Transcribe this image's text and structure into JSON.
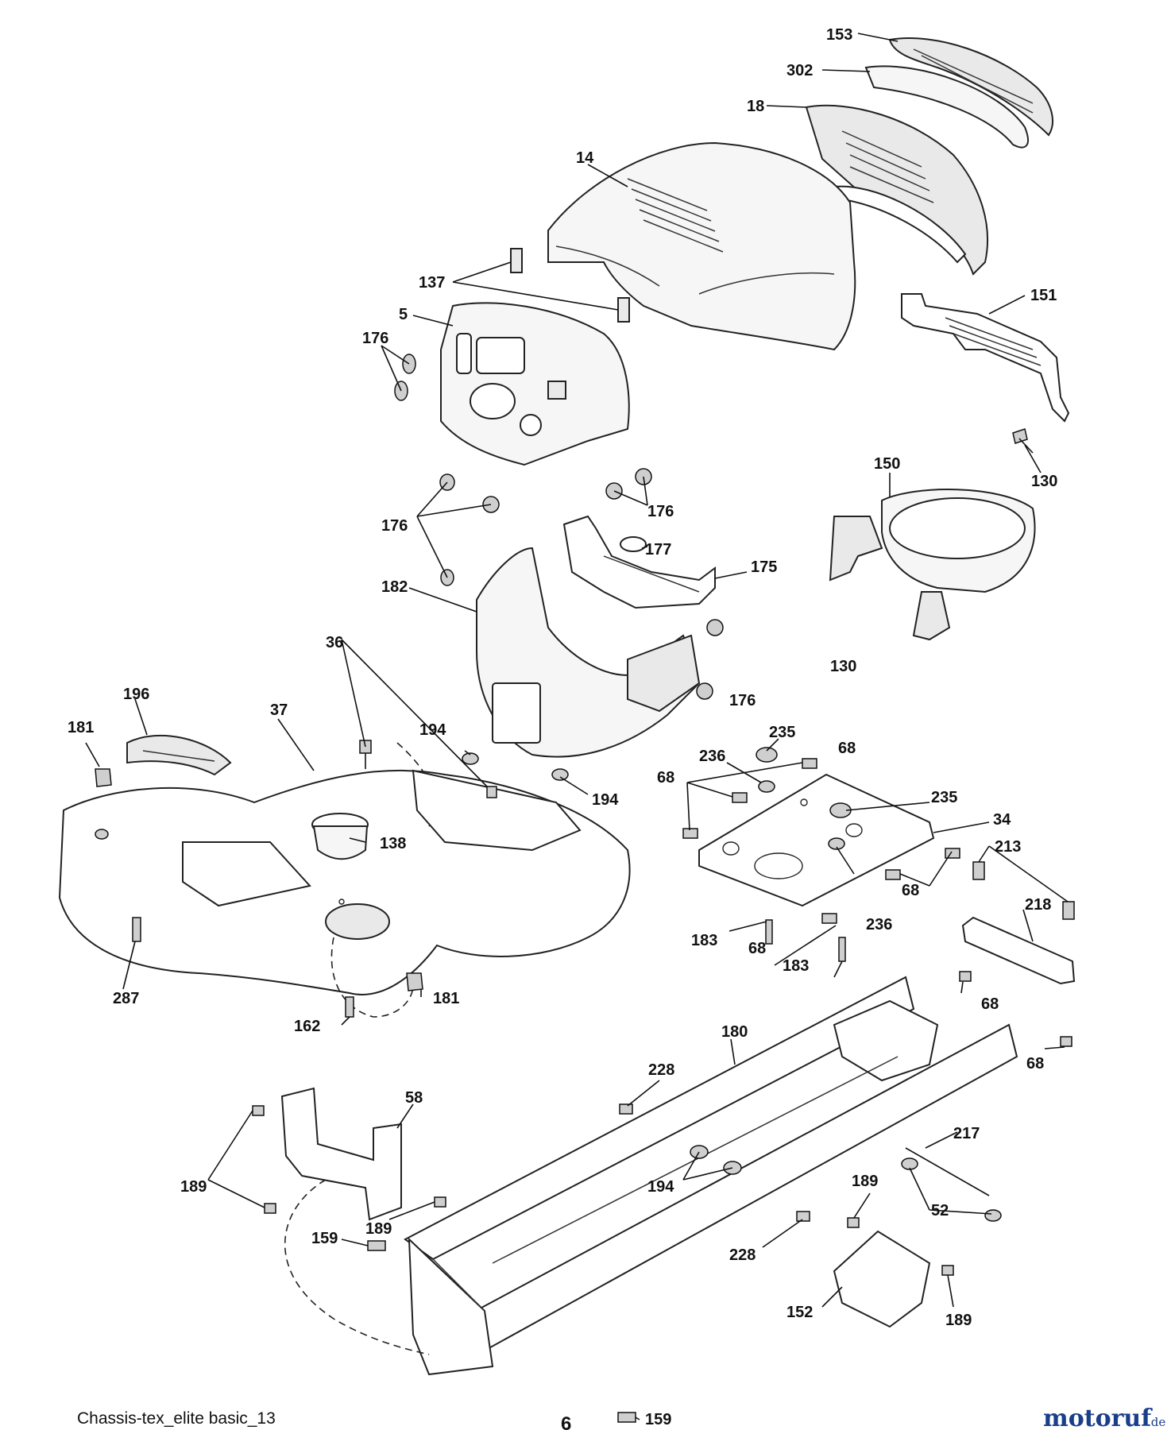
{
  "caption": "Chassis-tex_elite basic_13",
  "page_number": "6",
  "watermark": {
    "name": "motoruf",
    "tld": ".de"
  },
  "callouts": [
    "153",
    "302",
    "18",
    "14",
    "137",
    "151",
    "5",
    "176",
    "130",
    "150",
    "177",
    "175",
    "182",
    "36",
    "196",
    "194",
    "37",
    "181",
    "235",
    "236",
    "68",
    "34",
    "138",
    "213",
    "218",
    "183",
    "287",
    "162",
    "180",
    "228",
    "58",
    "217",
    "189",
    "52",
    "159",
    "152"
  ]
}
